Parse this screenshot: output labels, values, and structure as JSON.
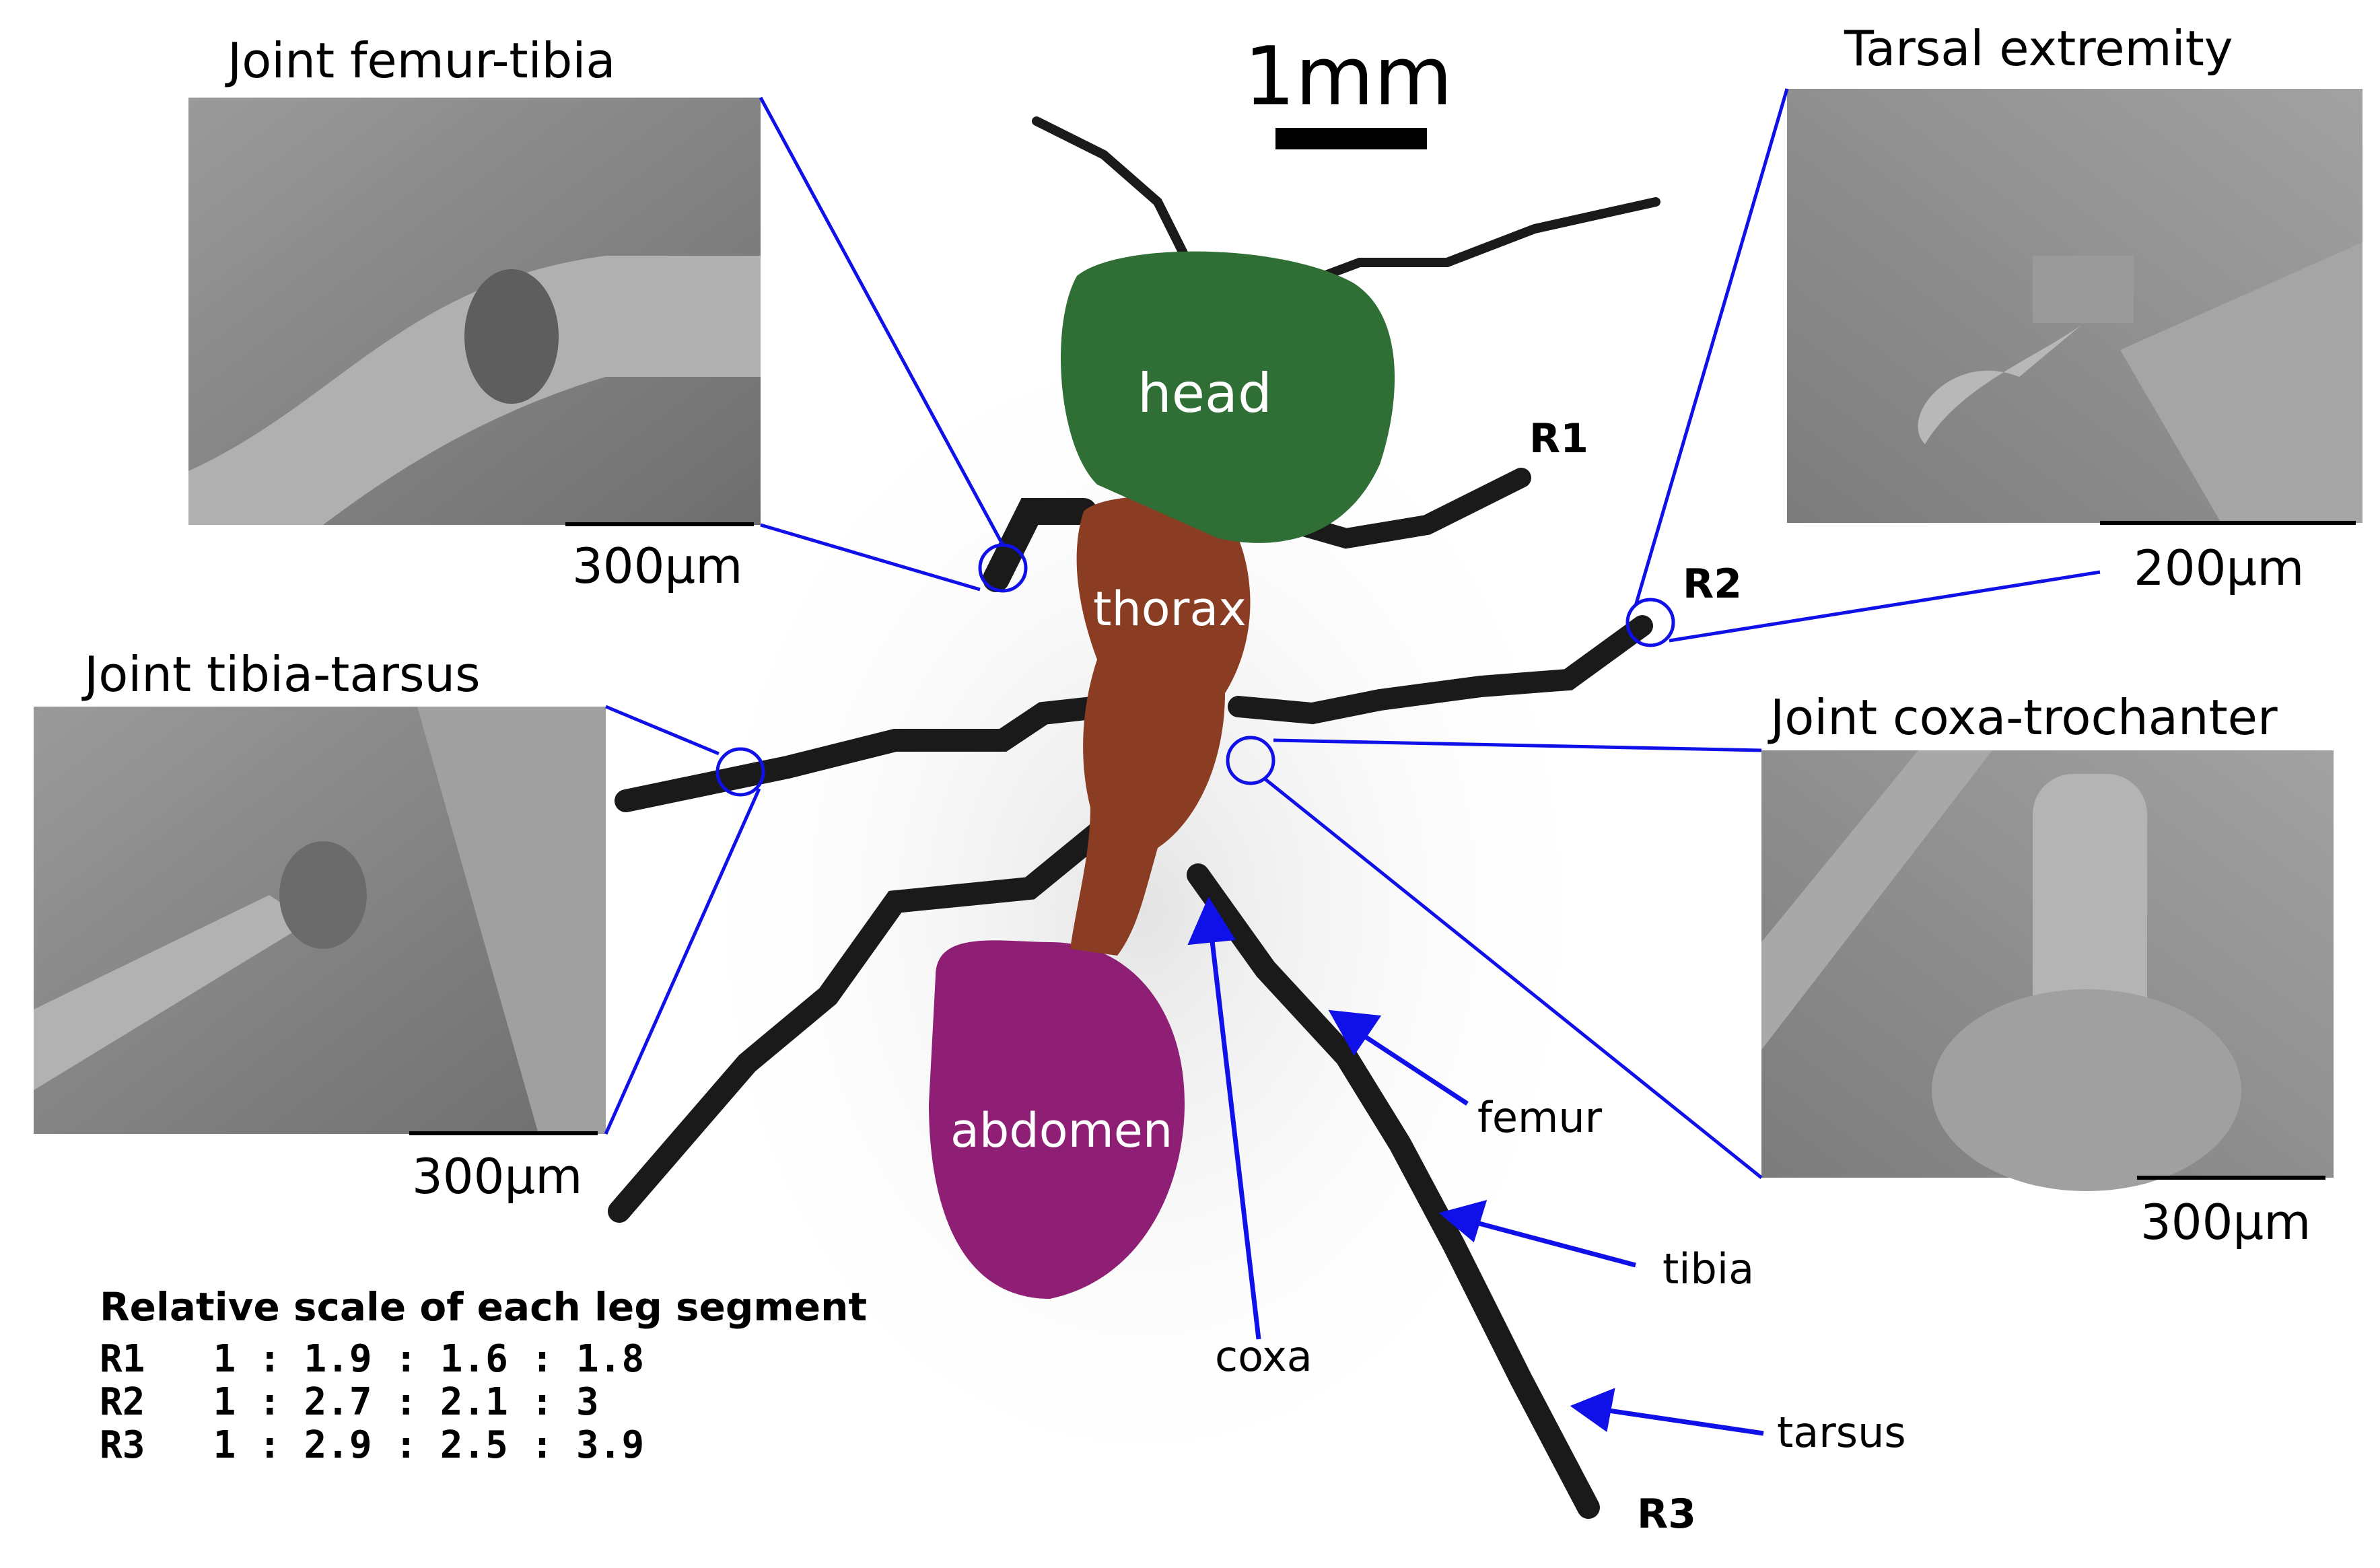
{
  "scale_bar": {
    "label": "1mm"
  },
  "body_parts": {
    "head": "head",
    "thorax": "thorax",
    "abdomen": "abdomen"
  },
  "leg_tags": {
    "r1": "R1",
    "r2": "R2",
    "r3": "R3"
  },
  "segments": {
    "coxa": "coxa",
    "femur": "femur",
    "tibia": "tibia",
    "tarsus": "tarsus"
  },
  "insets": [
    {
      "title": "Joint femur-tibia",
      "scale": "300µm"
    },
    {
      "title": "Tarsal extremity",
      "scale": "200µm"
    },
    {
      "title": "Joint tibia-tarsus",
      "scale": "300µm"
    },
    {
      "title": "Joint coxa-trochanter",
      "scale": "300µm"
    }
  ],
  "table": {
    "title": "Relative scale of each leg segment",
    "rows": [
      {
        "leg": "R1",
        "ratio": "1 : 1.9 : 1.6 : 1.8"
      },
      {
        "leg": "R2",
        "ratio": "1 : 2.7 : 2.1 : 3"
      },
      {
        "leg": "R3",
        "ratio": "1 : 2.9 : 2.5 : 3.9"
      }
    ]
  },
  "colors": {
    "head": "#2f6e34",
    "thorax": "#8a3d22",
    "abdomen": "#8e1f74",
    "callout": "#1010e8",
    "legs": "#1a1a1a",
    "sem": "#8c8c8c"
  }
}
